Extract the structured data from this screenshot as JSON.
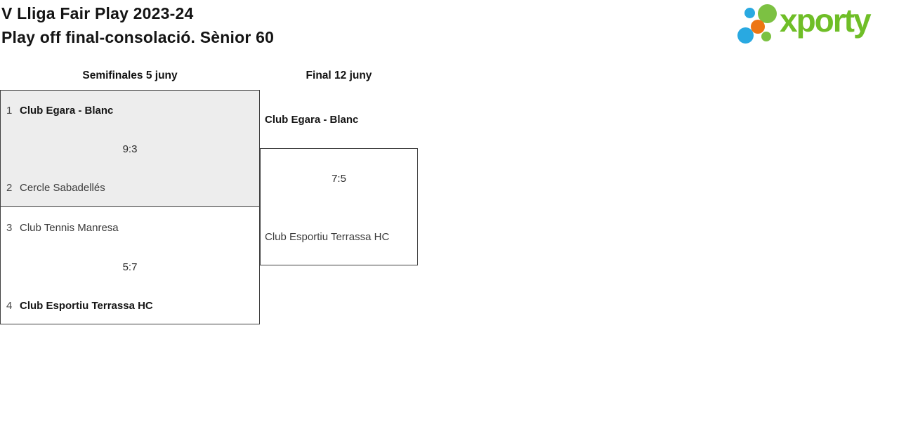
{
  "page": {
    "title_line1": "V Lliga Fair Play 2023-24",
    "title_line2": "Play off final-consolació. Sènior 60"
  },
  "logo": {
    "text": "xporty",
    "text_color": "#6fbe27",
    "dot_blue": "#29a9e1",
    "dot_green": "#7cc142",
    "dot_orange": "#ed7613"
  },
  "bracket": {
    "round_headers": [
      {
        "label": "Semifinales 5 juny"
      },
      {
        "label": "Final 12 juny"
      }
    ],
    "semifinal1": {
      "seed1": "1",
      "team1": "Club Egara - Blanc",
      "score": "9:3",
      "seed2": "2",
      "team2": "Cercle Sabadellés"
    },
    "semifinal2": {
      "seed1": "3",
      "team1": "Club Tennis Manresa",
      "score": "5:7",
      "seed2": "4",
      "team2": "Club Esportiu Terrassa HC"
    },
    "final": {
      "team1": "Club Egara - Blanc",
      "score": "7:5",
      "team2": "Club Esportiu Terrassa HC"
    }
  }
}
